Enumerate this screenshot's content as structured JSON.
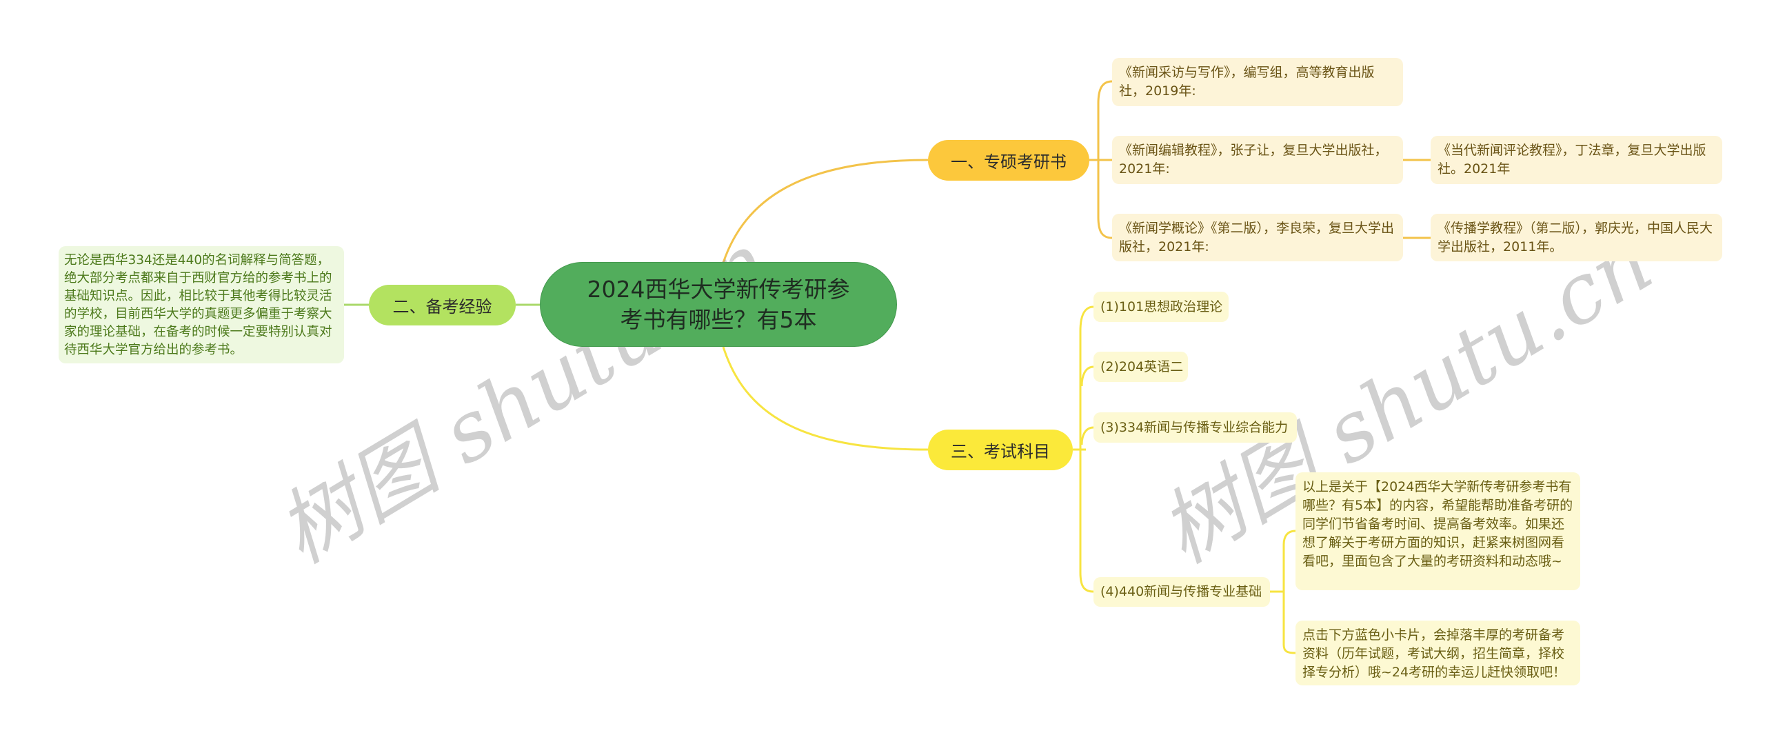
{
  "root": {
    "title": "2024西华大学新传考研参考书有哪些？有5本"
  },
  "branches": {
    "zhuanshuo": {
      "label": "一、专硕考研书",
      "color": "#fcc83c",
      "items": [
        {
          "text": "《新闻采访与写作》，编写组，高等教育出版社，2019年:"
        },
        {
          "text": "《新闻编辑教程》，张子让，复旦大学出版社，2021年:",
          "child": "《当代新闻评论教程》，丁法章，复旦大学出版社。2021年"
        },
        {
          "text": "《新闻学概论》《第二版），李良荣，复旦大学出版社，2021年:",
          "child": "《传播学教程》（第二版），郭庆光，中国人民大学出版社，2011年。"
        }
      ]
    },
    "beikao": {
      "label": "二、备考经验",
      "color": "#b3e260",
      "text": "无论是西华334还是440的名词解释与简答题，绝大部分考点都来自于西财官方给的参考书上的基础知识点。因此，相比较于其他考得比较灵活的学校，目前西华大学的真题更多偏重于考察大家的理论基础，在备考的时候一定要特别认真对待西华大学官方给出的参考书。"
    },
    "kemu": {
      "label": "三、考试科目",
      "color": "#fbe93a",
      "items": [
        {
          "text": "(1)101思想政治理论"
        },
        {
          "text": "(2)204英语二"
        },
        {
          "text": "(3)334新闻与传播专业综合能力"
        },
        {
          "text": "(4)440新闻与传播专业基础",
          "children": [
            "以上是关于【2024西华大学新传考研参考书有哪些？有5本】的内容，希望能帮助准备考研的同学们节省备考时间、提高备考效率。如果还想了解关于考研方面的知识，赶紧来树图网看看吧，里面包含了大量的考研资料和动态哦~",
            "点击下方蓝色小卡片，会掉落丰厚的考研备考资料（历年试题，考试大纲，招生简章，择校择专分析）哦~24考研的幸运儿赶快领取吧！"
          ]
        }
      ]
    }
  },
  "watermark": {
    "text": "树图 shutu.cn"
  },
  "colors": {
    "root": "#52ad5c",
    "link_top": "#f3c34a",
    "link_bottom": "#f7e441",
    "link_left": "#a9d86a"
  }
}
